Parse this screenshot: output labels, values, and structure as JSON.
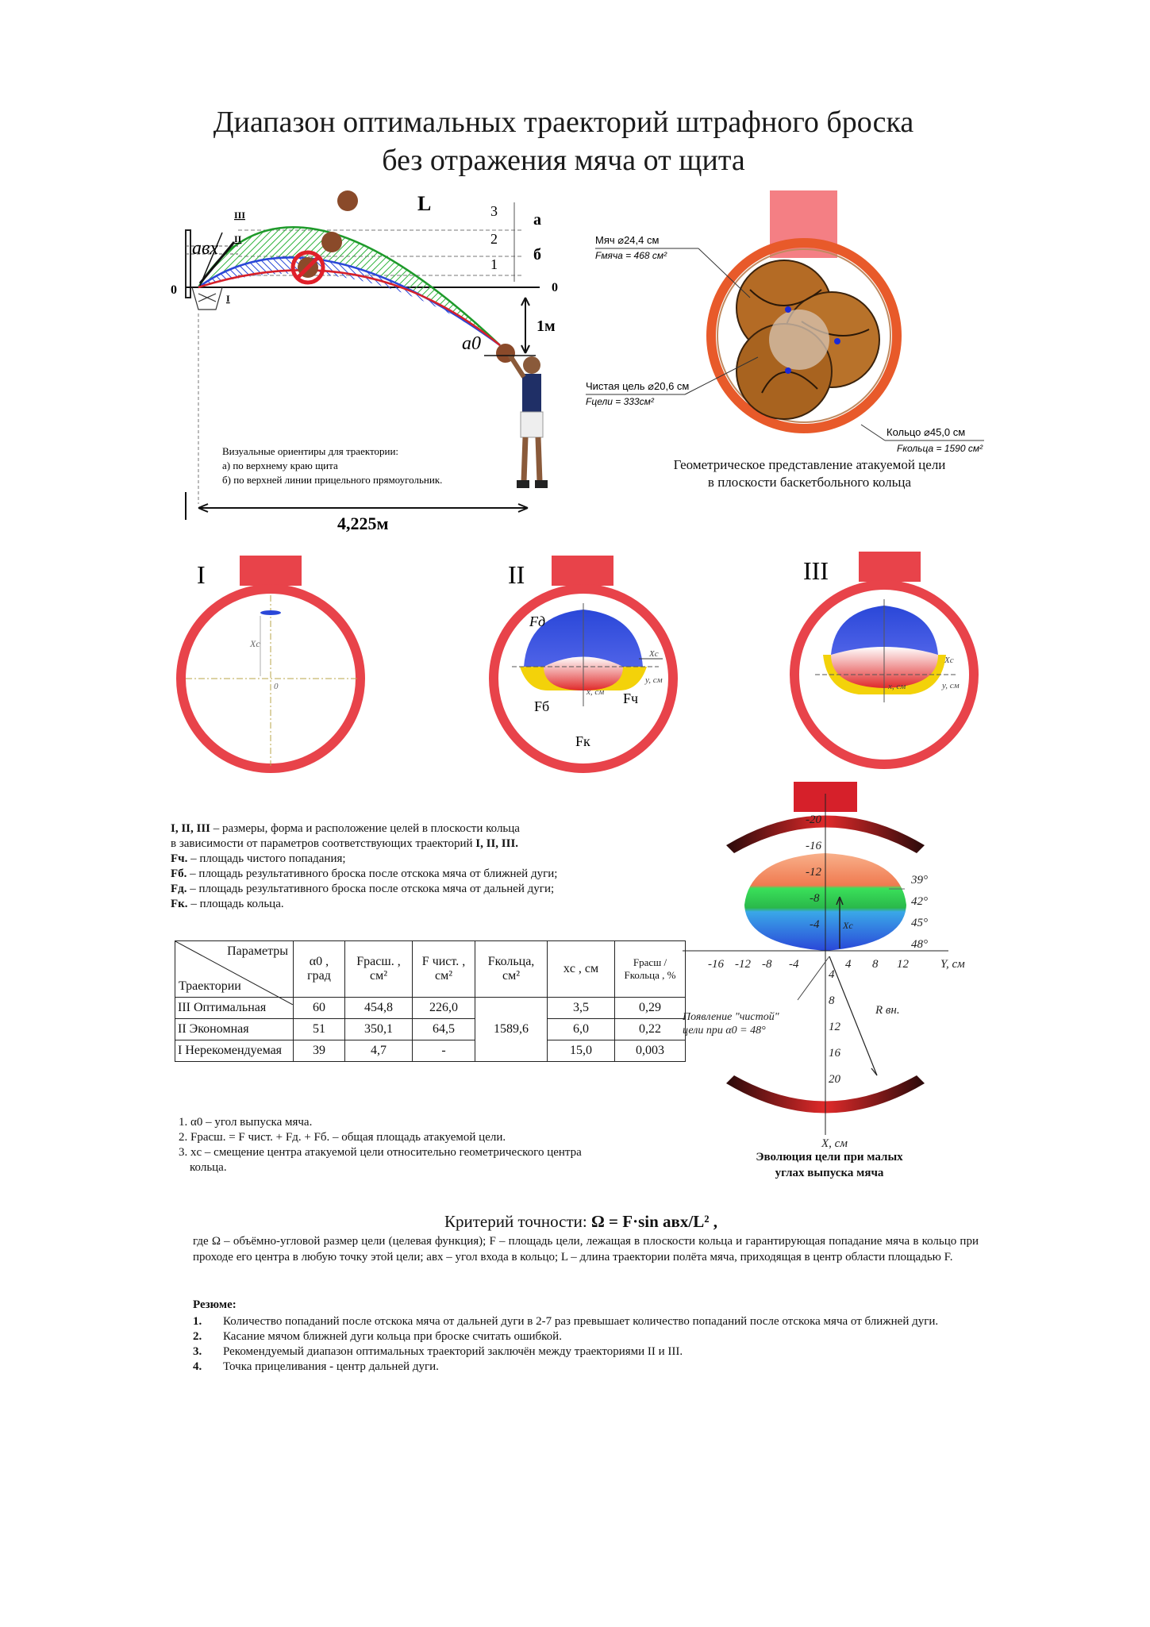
{
  "title": {
    "line1": "Диапазон оптимальных траекторий штрафного броска",
    "line2": "без отражения мяча от щита"
  },
  "trajectory_diagram": {
    "curve_L": "L",
    "zone_3": "3",
    "zone_2": "2",
    "zone_1": "1",
    "label_a": "а",
    "label_b": "б",
    "zero_left": "0",
    "zero_right": "0",
    "height": "1м",
    "roman_III": "III",
    "roman_II": "II",
    "roman_I": "I",
    "alpha_in": "aвх",
    "alpha_0": "a0",
    "guides_title": "Визуальные ориентиры для траектории:",
    "guide_a": "а) по верхнему краю щита",
    "guide_b": "б) по верхней линии прицельного прямоугольник.",
    "distance": "4,225м"
  },
  "ring_geometry": {
    "ball_label": "Мяч ⌀24,4 см",
    "ball_area": "Fмяча = 468 см²",
    "clean_label": "Чистая цель ⌀20,6 см",
    "clean_area": "Fцели = 333см²",
    "ring_label": "Кольцо ⌀45,0 см",
    "ring_area": "Fкольца = 1590 см²",
    "caption_line1": "Геометрическое представление атакуемой цели",
    "caption_line2": "в плоскости баскетбольного кольца"
  },
  "targets": {
    "I": {
      "numeral": "I",
      "xc": "Xс",
      "zero": "0"
    },
    "II": {
      "numeral": "II",
      "F_far": "Fд",
      "F_near": "Fб",
      "F_clean": "Fч",
      "F_ring": "Fк",
      "ylabel": "y, см",
      "xlabel": "x, см",
      "xc": "Xс"
    },
    "III": {
      "numeral": "III",
      "ylabel": "y, см",
      "xlabel": "x, см",
      "xc": "Xс"
    }
  },
  "definitions": {
    "line1_bold": "I, II, III",
    "line1_rest": " – размеры, форма и расположение целей в плоскости кольца",
    "line2_rest": "в зависимости от параметров соответствующих траекторий ",
    "line2_bold": "I, II, III.",
    "Fch": "Fч.",
    "Fch_text": " – площадь чистого попадания;",
    "Fb": "Fб.",
    "Fb_text": " – площадь результативного броска после отскока мяча от ближней дуги;",
    "Fd": "Fд.",
    "Fd_text": " – площадь результативного броска после отскока мяча от дальней дуги;",
    "Fk": "Fк.",
    "Fk_text": " – площадь кольца."
  },
  "table": {
    "corner_top": "Параметры",
    "corner_bottom": "Траектории",
    "headers": [
      "α0 , град",
      "Fрасш. , см²",
      "F чист. , см²",
      "Fкольца, см²",
      "xc , см",
      "Fрасш / Fкольца , %"
    ],
    "rows": [
      {
        "name": "III Оптимальная",
        "a0": "60",
        "frash": "454,8",
        "fchist": "226,0",
        "xc": "3,5",
        "ratio": "0,29"
      },
      {
        "name": "II Экономная",
        "a0": "51",
        "frash": "350,1",
        "fchist": "64,5",
        "xc": "6,0",
        "ratio": "0,22"
      },
      {
        "name": "I Нерекомендуемая",
        "a0": "39",
        "frash": "4,7",
        "fchist": "-",
        "xc": "15,0",
        "ratio": "0,003"
      }
    ],
    "fring_value": "1589,6"
  },
  "notes": [
    "1. α0 – угол выпуска мяча.",
    "2. Fрасш. = F чист. + Fд. + Fб. – общая площадь атакуемой цели.",
    "3. xc – смещение центра атакуемой цели относительно геометрического центра",
    "кольца."
  ],
  "evolution": {
    "y_ticks": [
      "-20",
      "-16",
      "-12",
      "-8",
      "-4",
      "4",
      "8",
      "12",
      "16",
      "20"
    ],
    "x_ticks": [
      "-16",
      "-12",
      "-8",
      "-4",
      "4",
      "8",
      "12"
    ],
    "angles": [
      "39°",
      "42°",
      "45°",
      "48°"
    ],
    "y_axis": "Y, см",
    "x_axis": "X, см",
    "xc": "Xс",
    "r_label": "R вн.",
    "appear_line1": "Появление \"чистой\"",
    "appear_line2": "цели при α0 = 48°",
    "caption_line1": "Эволюция цели при малых",
    "caption_line2": "углах выпуска мяча"
  },
  "criterion": {
    "label": "Критерий точности: ",
    "formula": "Ω = F·sin aвх/L² ,",
    "description": "где Ω – объёмно-угловой размер цели (целевая функция); F – площадь цели, лежащая в плоскости кольца и гарантирующая попадание мяча в кольцо при проходе его центра в любую точку этой цели; aвх – угол входа в кольцо; L – длина траектории полёта мяча, приходящая в центр области площадью F."
  },
  "resume": {
    "heading": "Резюме:",
    "items": [
      {
        "num": "1.",
        "text": "Количество попаданий после отскока мяча от дальней дуги в 2-7 раз превышает количество попаданий после отскока мяча от ближней дуги."
      },
      {
        "num": "2.",
        "text": "Касание мячом ближней дуги кольца при броске считать ошибкой."
      },
      {
        "num": "3.",
        "text": "Рекомендуемый диапазон оптимальных траекторий заключён между траекториями II и III."
      },
      {
        "num": "4.",
        "text": "Точка прицеливания - центр дальней дуги."
      }
    ]
  },
  "colors": {
    "ring_red": "#e8434a",
    "green_fill": "#3fcf4a",
    "blue_fill": "#2a47d8",
    "red_curve": "#d6202a"
  }
}
